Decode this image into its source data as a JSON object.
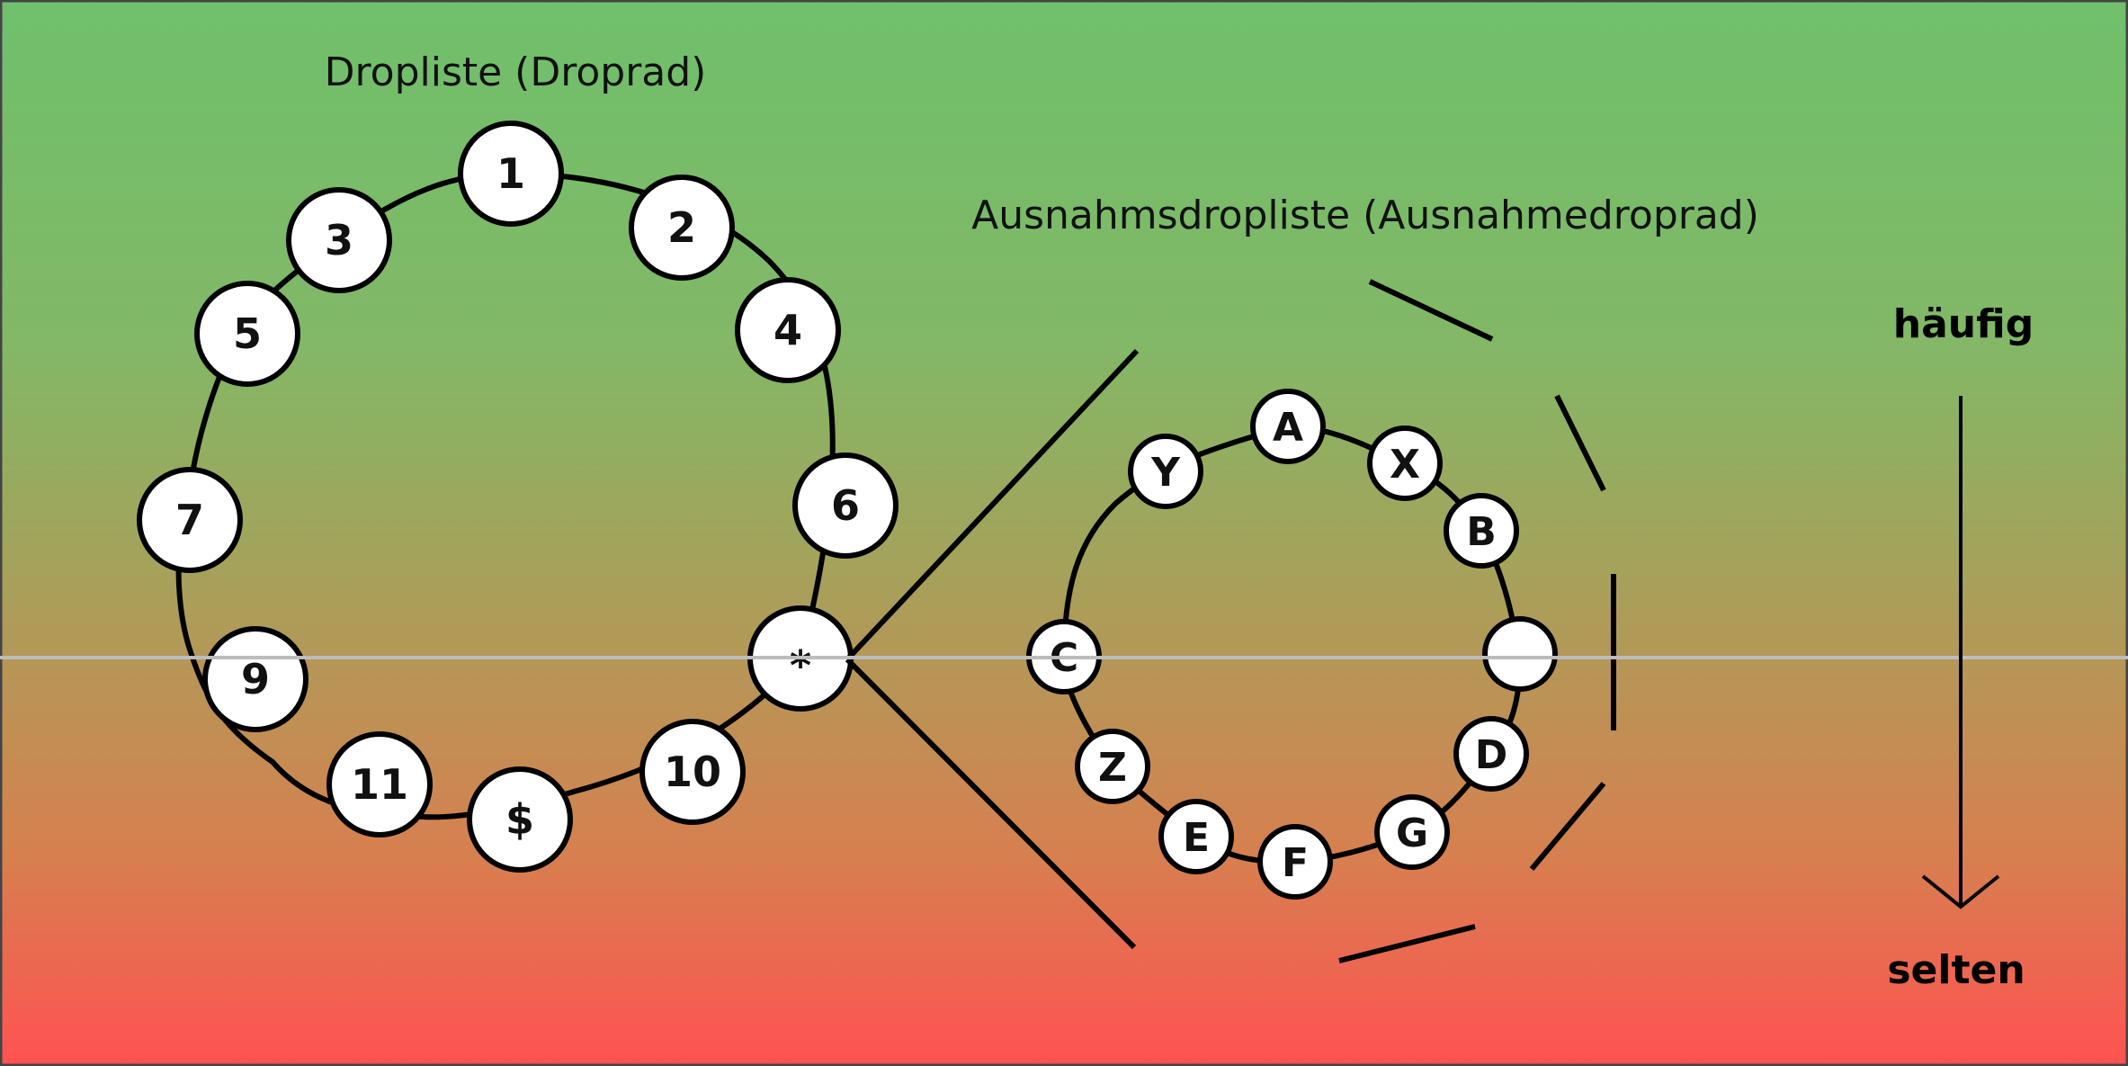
{
  "titles": {
    "main": "Dropliste (Droprad)",
    "exception": "Ausnahmsdropliste (Ausnahmedroprad)"
  },
  "scale": {
    "top": "häufig",
    "bottom": "selten"
  },
  "colors": {
    "gradient_top": "#6fc06c",
    "gradient_mid": "#a8a05a",
    "gradient_bottom": "#ff5252",
    "divider": "#bcbcbc"
  },
  "main_wheel": {
    "nodes": [
      "1",
      "2",
      "3",
      "4",
      "5",
      "6",
      "7",
      "*",
      "9",
      "10",
      "11",
      "$"
    ]
  },
  "exception_wheel": {
    "nodes": [
      "A",
      "X",
      "B",
      "",
      "D",
      "G",
      "F",
      "E",
      "Z",
      "C",
      "Y"
    ]
  }
}
